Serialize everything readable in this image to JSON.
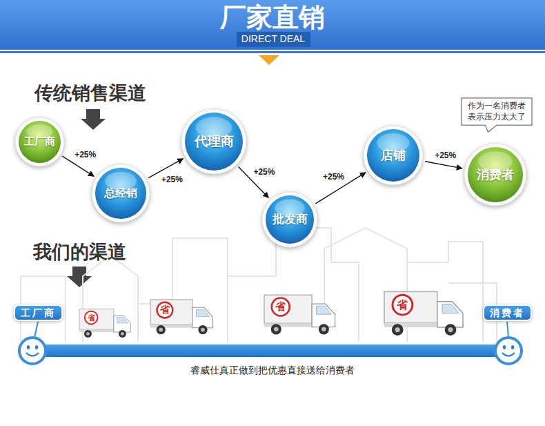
{
  "diagram": {
    "title": "厂家直销",
    "caption": "睿威仕真正做到把优惠直接送给消费者",
    "nodes": [
      {
        "text": [
          "工厂商"
        ]
      },
      {
        "text": [
          "总经销"
        ]
      },
      {
        "text": [
          "代理商"
        ]
      },
      {
        "text": [
          "批发商"
        ]
      },
      {
        "text": [
          "店铺"
        ]
      },
      {
        "text": [
          "消费者"
        ]
      },
      {
        "text": [
          "作为一名消费者 表示压力太大了"
        ]
      },
      {
        "text": [
          "工厂商"
        ]
      },
      {
        "text": [
          "消费者"
        ]
      }
    ],
    "edges": [
      {
        "from": 0,
        "to": 1,
        "label": "+25%",
        "arrow": "to"
      },
      {
        "from": 1,
        "to": 2,
        "label": "+25%",
        "arrow": "to"
      },
      {
        "from": 2,
        "to": 3,
        "label": "+25%",
        "arrow": "to"
      },
      {
        "from": 3,
        "to": 4,
        "label": "+25%",
        "arrow": "to"
      },
      {
        "from": 4,
        "to": 5,
        "label": "+25%",
        "arrow": "to"
      }
    ],
    "labels": [
      "DIRECT DEAL",
      "传统销售渠道",
      "我们的渠道",
      "省",
      "省",
      "省",
      "省"
    ]
  }
}
